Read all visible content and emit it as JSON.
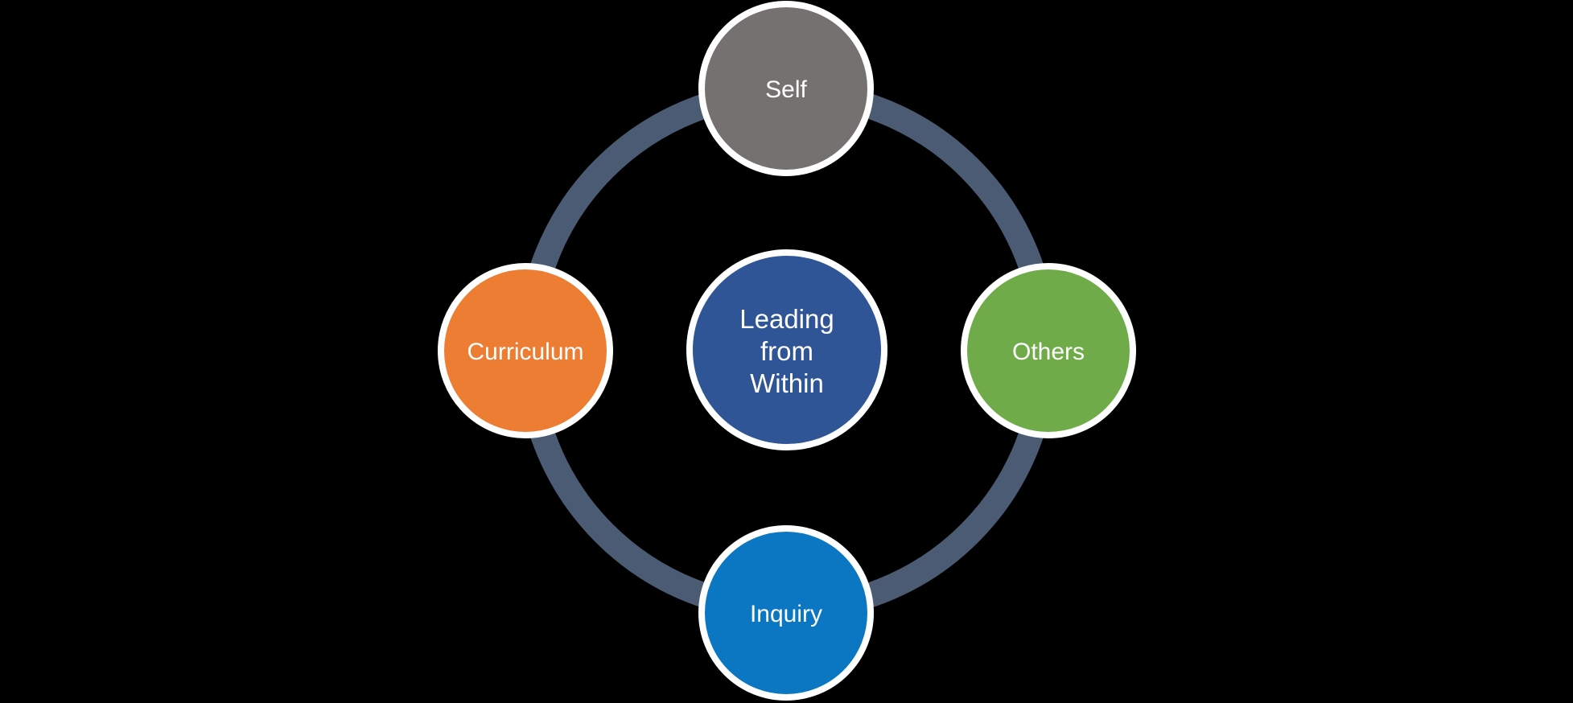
{
  "background_color": "#000000",
  "diagram": {
    "type": "cycle",
    "ring": {
      "color": "#4A5B73"
    },
    "hub": {
      "label": "Leading from Within",
      "lines": [
        "Leading",
        "from",
        "Within"
      ],
      "color": "#2F5597",
      "text_color": "#FFFFFF",
      "border_color": "#FFFFFF"
    },
    "satellites": [
      {
        "label": "Self",
        "color": "#757170",
        "position": "top"
      },
      {
        "label": "Others",
        "color": "#6FAC49",
        "position": "right"
      },
      {
        "label": "Inquiry",
        "color": "#0B77C2",
        "position": "bottom"
      },
      {
        "label": "Curriculum",
        "color": "#EC7D32",
        "position": "left"
      }
    ]
  }
}
